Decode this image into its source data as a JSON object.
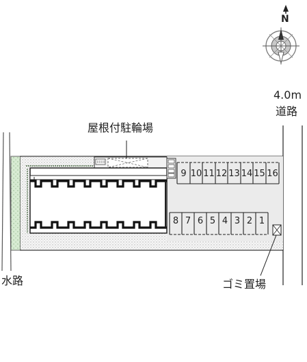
{
  "compass": {
    "north_label": "N"
  },
  "labels": {
    "road_width": "4.0m",
    "road": "道路",
    "bicycle_parking": "屋根付駐輪場",
    "waterway": "水路",
    "garbage": "ゴミ置場"
  },
  "parking": {
    "top_row": [
      "9",
      "10",
      "11",
      "12",
      "13",
      "14",
      "15",
      "16"
    ],
    "bottom_row": [
      "8",
      "7",
      "6",
      "5",
      "4",
      "3",
      "2",
      "1"
    ]
  },
  "colors": {
    "lot_fill": "#ebebeb",
    "green_strip": "#d7ebd2",
    "stipple": "#9a9a9a",
    "line": "#222222"
  }
}
